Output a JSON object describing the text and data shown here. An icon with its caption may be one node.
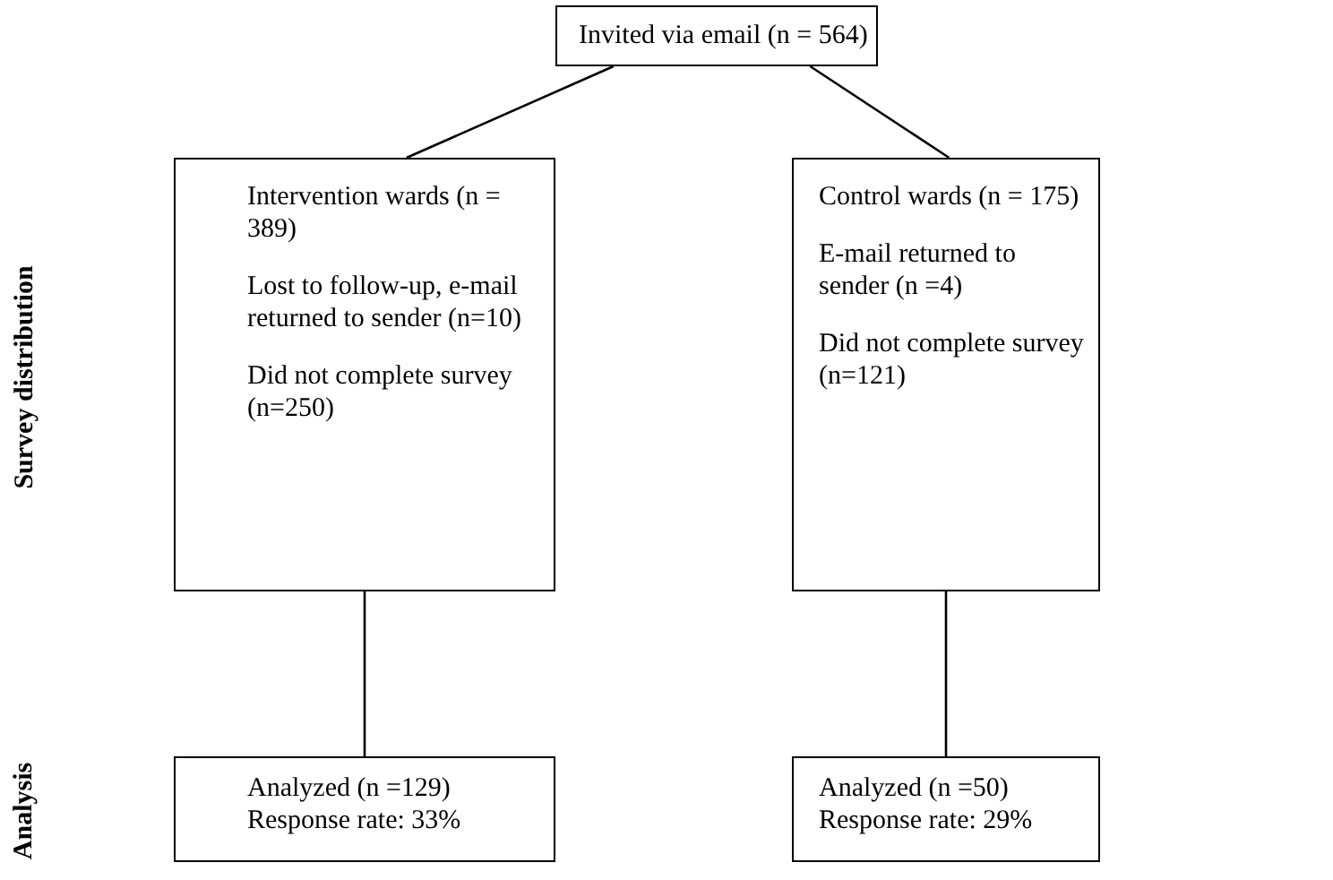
{
  "diagram": {
    "nodes": [
      {
        "text": [
          "Invited via email (n = 564)"
        ]
      },
      {
        "text": [
          "Intervention wards (n = 389)",
          "Lost to follow-up, e-mail returned to sender (n=10)",
          "Did not complete survey (n=250)"
        ]
      },
      {
        "text": [
          "Control wards (n = 175)",
          "E-mail returned to sender (n =4)",
          "Did not complete survey (n=121)"
        ]
      },
      {
        "text": [
          "Analyzed (n =129)",
          "Response rate: 33%"
        ]
      },
      {
        "text": [
          "Analyzed (n =50)",
          "Response rate: 29%"
        ]
      }
    ],
    "edges": [
      {
        "from": 0,
        "to": 1,
        "arrow": "none"
      },
      {
        "from": 0,
        "to": 2,
        "arrow": "none"
      },
      {
        "from": 1,
        "to": 3,
        "arrow": "none"
      },
      {
        "from": 2,
        "to": 4,
        "arrow": "none"
      }
    ],
    "labels": [
      "Survey distribution",
      "Analysis"
    ]
  }
}
